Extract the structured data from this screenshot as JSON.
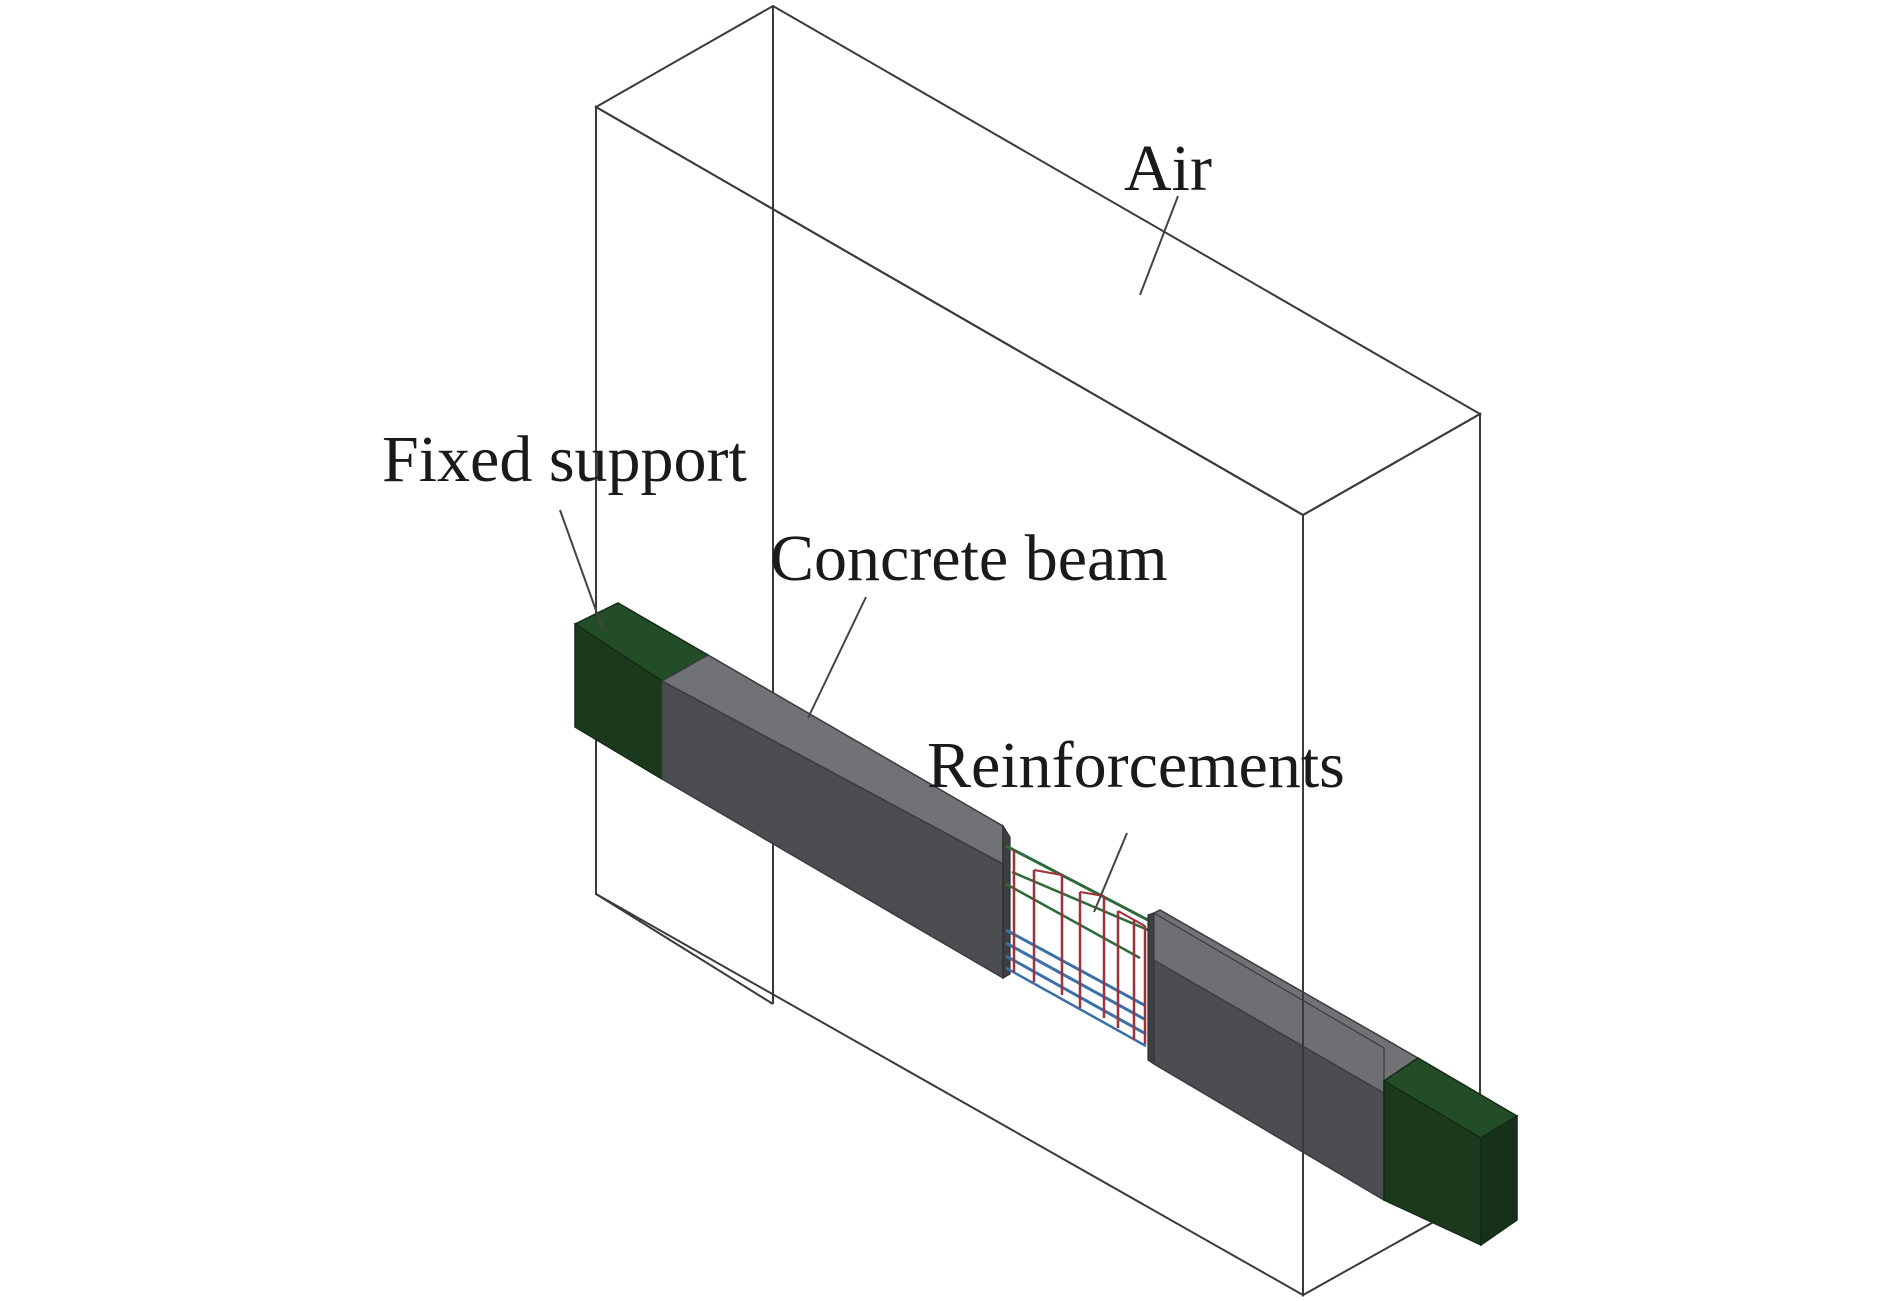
{
  "labels": {
    "air": "Air",
    "fixed_support": "Fixed support",
    "concrete_beam": "Concrete beam",
    "reinforcements": "Reinforcements"
  },
  "colors": {
    "air_edges": "#3a3a3a",
    "support_front": "#1b3a1d",
    "support_top": "#234d26",
    "support_side": "#16301a",
    "beam_front": "#4c4d50",
    "beam_top": "#717276",
    "beam_end": "#3e3f41",
    "rebar_longitudinal_top": "#2f6b3a",
    "rebar_stirrups": "#a0303a",
    "rebar_longitudinal_bottom": "#3a6fa8"
  }
}
